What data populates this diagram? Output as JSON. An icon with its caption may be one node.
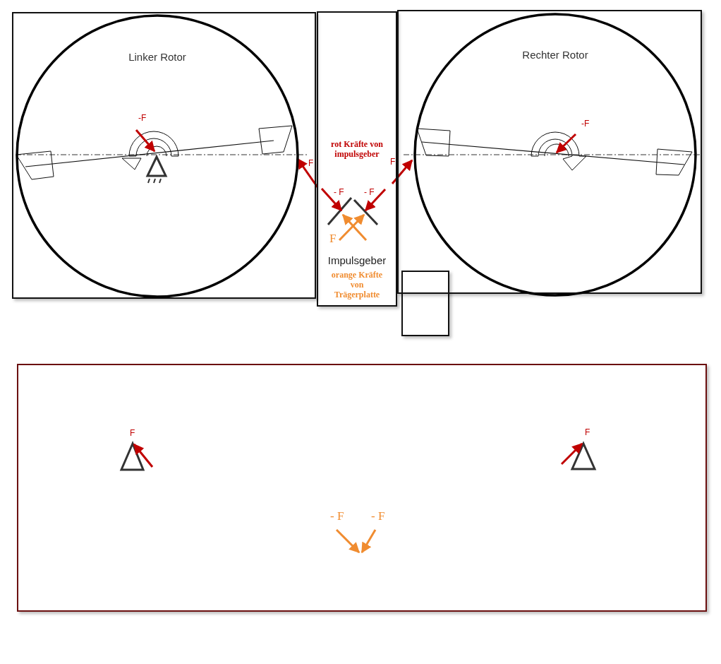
{
  "diagram": {
    "nodes": [
      {
        "text": [],
        "shape": "box"
      },
      {
        "text": [
          "Linker Rotor"
        ],
        "in": 0
      },
      {
        "text": [
          "rot Kräfte von impulsgeber",
          "Impulsgeber",
          "orange Kräfte von Trägerplatte"
        ]
      },
      {
        "text": [],
        "shape": "box"
      },
      {
        "text": [
          "Rechter Rotor"
        ],
        "in": 3
      },
      {
        "text": [],
        "shape": "box"
      },
      {
        "text": [],
        "shape": "box"
      }
    ],
    "labels": [
      "-F",
      "-F",
      "F",
      "F",
      "- F",
      "- F",
      "F",
      "F",
      "F",
      "- F",
      "- F"
    ]
  }
}
